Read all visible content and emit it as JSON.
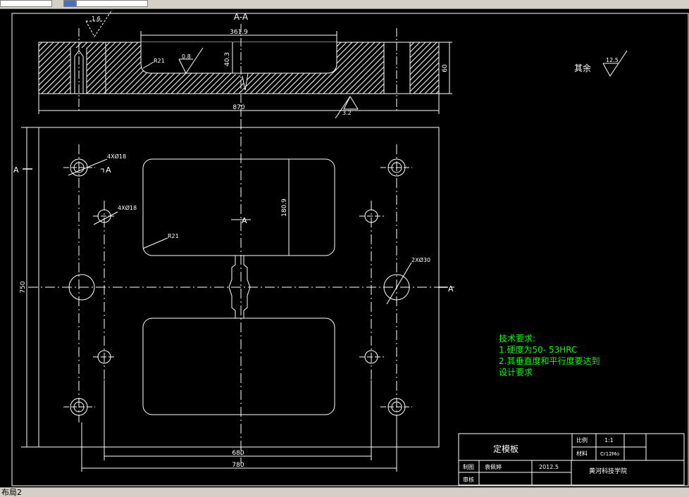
{
  "app": {
    "layout_tab": "布局2"
  },
  "section": {
    "title": "A-A"
  },
  "section_dims": {
    "pocket_length": "361.9",
    "pocket_depth": "40.3",
    "plate_thickness": "60",
    "overall_length": "870",
    "fillet_radius": "R21"
  },
  "roughness": {
    "top": "1.6",
    "pocket": "0.8",
    "bottom": "3.2",
    "other_label": "其余",
    "other_value": "12.5"
  },
  "plan": {
    "hole_callout_1": "4XØ18",
    "hole_callout_2": "4XØ18",
    "hole_callout_3": "2XØ30",
    "section_mark": "A",
    "pocket_width": "180.9",
    "pocket_radius": "R21",
    "height_dim": "750",
    "hole_spacing": "680",
    "width_dim": "780"
  },
  "tech_notes": {
    "title": "技术要求:",
    "line1": "1.硬度为50- 53HRC",
    "line2": "2.其垂直度和平行度要达到",
    "line3": "设计要求"
  },
  "title_block": {
    "part_name": "定模板",
    "scale_label": "比例",
    "scale_value": "1:1",
    "material_label": "材料",
    "material_value": "Cr12Mo",
    "drawn_label": "制图",
    "drawn_name": "袁佩婷",
    "date": "2012.5",
    "check_label": "审核",
    "school": "黄河科技学院"
  },
  "colors": {
    "background": "#000000",
    "lines": "#ffffff",
    "notes": "#00ff00"
  }
}
